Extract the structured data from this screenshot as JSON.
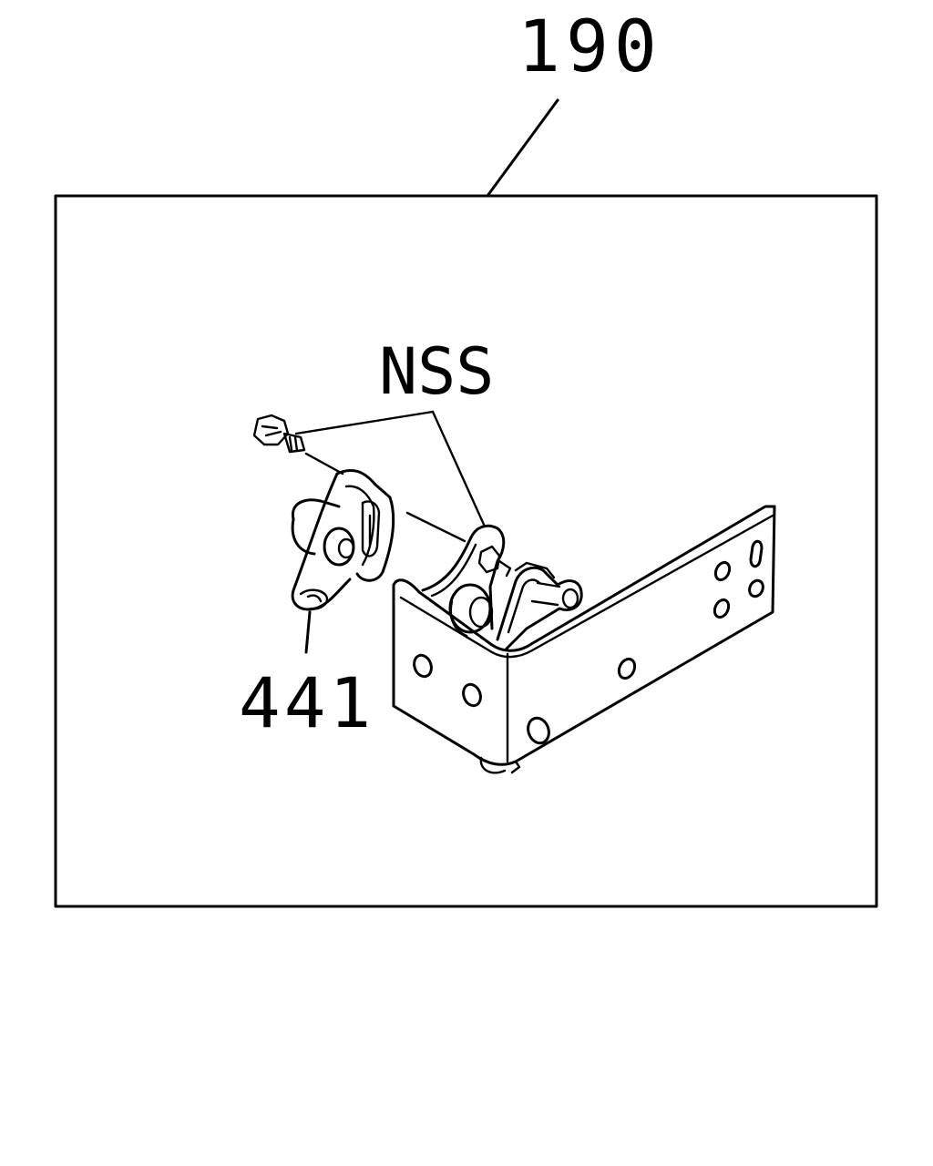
{
  "callouts": {
    "assembly": "190",
    "fasteners": "NSS",
    "bracket_part": "441"
  }
}
